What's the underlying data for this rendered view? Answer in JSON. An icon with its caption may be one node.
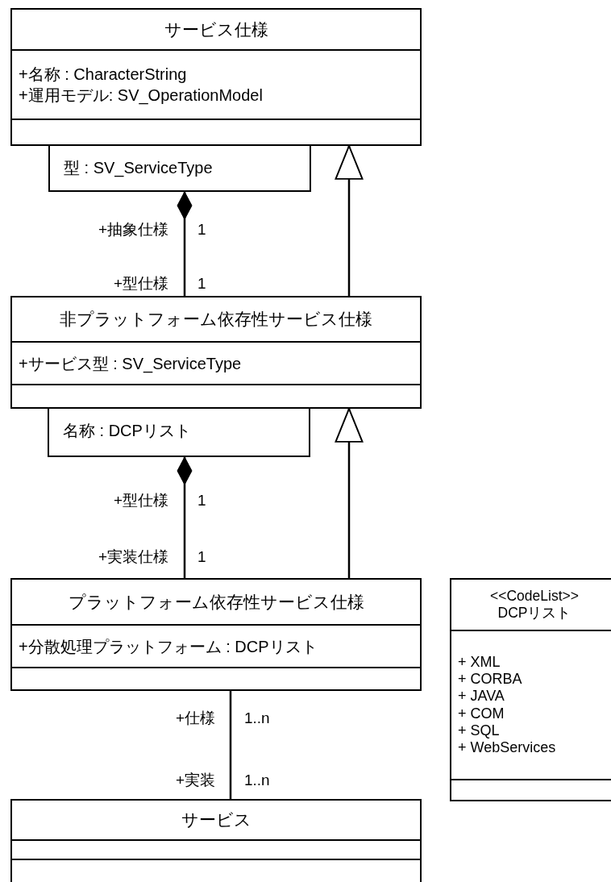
{
  "diagram": {
    "nodes": [
      {
        "text": [
          "サービス仕様",
          "+名称 : CharacterString",
          "+運用モデル: SV_OperationModel"
        ]
      },
      {
        "text": [
          "型 : SV_ServiceType"
        ]
      },
      {
        "text": [
          "非プラットフォーム依存性サービス仕様",
          "+サービス型 : SV_ServiceType"
        ]
      },
      {
        "text": [
          "名称 : DCPリスト"
        ]
      },
      {
        "text": [
          "プラットフォーム依存性サービス仕様",
          "+分散処理プラットフォーム : DCPリスト"
        ]
      },
      {
        "text": [
          "サービス"
        ]
      },
      {
        "text": [
          "<<CodeList>>",
          "DCPリスト",
          "+ XML",
          "+ CORBA",
          "+ JAVA",
          "+ COM",
          "+ SQL",
          "+ WebServices"
        ]
      }
    ],
    "edges": [
      {
        "from": 2,
        "to": 1,
        "arrow": "other"
      },
      {
        "from": 2,
        "to": 0,
        "arrow": "to"
      },
      {
        "from": 4,
        "to": 3,
        "arrow": "other"
      },
      {
        "from": 4,
        "to": 2,
        "arrow": "to"
      },
      {
        "from": 5,
        "to": 4,
        "arrow": "none"
      }
    ],
    "labels": [
      "+抽象仕様",
      "1",
      "+型仕様",
      "1",
      "+型仕様",
      "1",
      "+実装仕様",
      "1",
      "+仕様",
      "1..n",
      "+実装",
      "1..n"
    ]
  }
}
